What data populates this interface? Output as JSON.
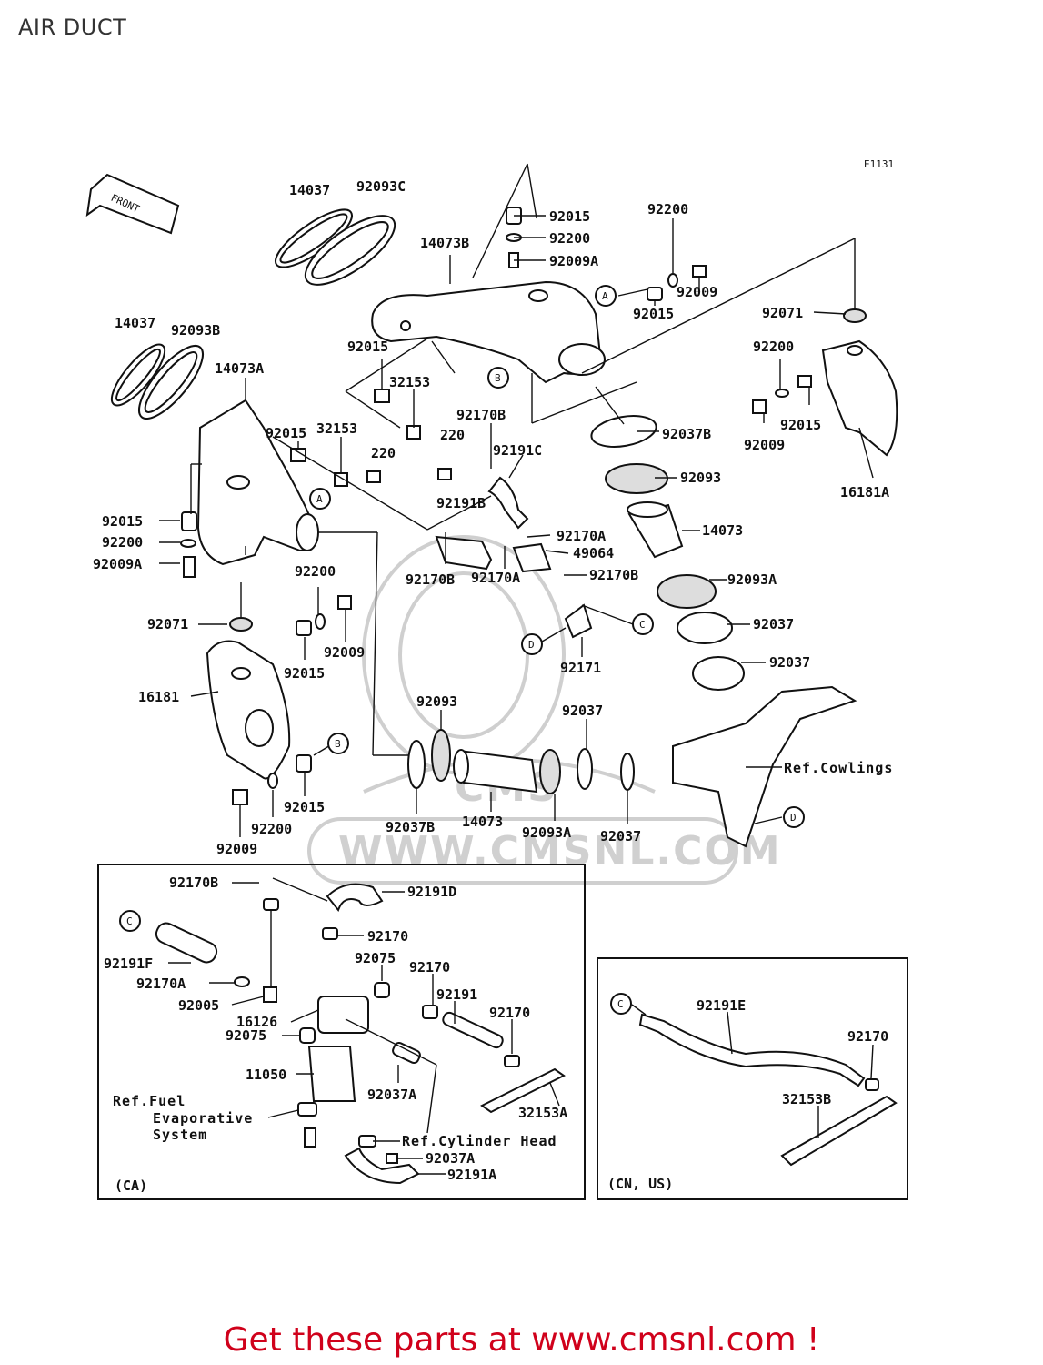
{
  "header": {
    "title": "AIR DUCT"
  },
  "diagram": {
    "code": "E1131",
    "front_label": "FRONT",
    "watermark": {
      "text": "WWW.CMSNL.COM",
      "logo_text": "CMS"
    },
    "callouts": [
      {
        "id": "c1",
        "text": "14037"
      },
      {
        "id": "c2",
        "text": "92093C"
      },
      {
        "id": "c3",
        "text": "92015"
      },
      {
        "id": "c4",
        "text": "92200"
      },
      {
        "id": "c5",
        "text": "92009A"
      },
      {
        "id": "c6",
        "text": "14073B"
      },
      {
        "id": "c7",
        "text": "92200"
      },
      {
        "id": "c8",
        "text": "92009"
      },
      {
        "id": "c9",
        "text": "92015"
      },
      {
        "id": "c10",
        "text": "92071"
      },
      {
        "id": "c11",
        "text": "14037"
      },
      {
        "id": "c12",
        "text": "92093B"
      },
      {
        "id": "c13",
        "text": "14073A"
      },
      {
        "id": "c14",
        "text": "92015"
      },
      {
        "id": "c15",
        "text": "32153"
      },
      {
        "id": "c16",
        "text": "92015"
      },
      {
        "id": "c17",
        "text": "32153"
      },
      {
        "id": "c18",
        "text": "220"
      },
      {
        "id": "c19",
        "text": "220"
      },
      {
        "id": "c20",
        "text": "92170B"
      },
      {
        "id": "c21",
        "text": "92191C"
      },
      {
        "id": "c22",
        "text": "92200"
      },
      {
        "id": "c23",
        "text": "92015"
      },
      {
        "id": "c24",
        "text": "92009"
      },
      {
        "id": "c25",
        "text": "92037B"
      },
      {
        "id": "c26",
        "text": "92093"
      },
      {
        "id": "c27",
        "text": "16181A"
      },
      {
        "id": "c28",
        "text": "92015"
      },
      {
        "id": "c29",
        "text": "92200"
      },
      {
        "id": "c30",
        "text": "92009A"
      },
      {
        "id": "c31",
        "text": "92191B"
      },
      {
        "id": "c32",
        "text": "92170A"
      },
      {
        "id": "c33",
        "text": "49064"
      },
      {
        "id": "c34",
        "text": "14073"
      },
      {
        "id": "c35",
        "text": "92170B"
      },
      {
        "id": "c36",
        "text": "92170B"
      },
      {
        "id": "c37",
        "text": "92170A"
      },
      {
        "id": "c38",
        "text": "92093A"
      },
      {
        "id": "c39",
        "text": "92200"
      },
      {
        "id": "c40",
        "text": "92071"
      },
      {
        "id": "c41",
        "text": "92009"
      },
      {
        "id": "c42",
        "text": "92015"
      },
      {
        "id": "c43",
        "text": "92171"
      },
      {
        "id": "c44",
        "text": "92037"
      },
      {
        "id": "c45",
        "text": "92037"
      },
      {
        "id": "c46",
        "text": "16181"
      },
      {
        "id": "c47",
        "text": "92093"
      },
      {
        "id": "c48",
        "text": "92037"
      },
      {
        "id": "c49",
        "text": "92015"
      },
      {
        "id": "c50",
        "text": "92200"
      },
      {
        "id": "c51",
        "text": "92009"
      },
      {
        "id": "c52",
        "text": "92037B"
      },
      {
        "id": "c53",
        "text": "14073"
      },
      {
        "id": "c54",
        "text": "92093A"
      },
      {
        "id": "c55",
        "text": "92037"
      },
      {
        "id": "d1",
        "text": "92170B"
      },
      {
        "id": "d2",
        "text": "92191D"
      },
      {
        "id": "d3",
        "text": "92170"
      },
      {
        "id": "d4",
        "text": "92191F"
      },
      {
        "id": "d5",
        "text": "92075"
      },
      {
        "id": "d6",
        "text": "92170"
      },
      {
        "id": "d7",
        "text": "92170A"
      },
      {
        "id": "d8",
        "text": "92191"
      },
      {
        "id": "d9",
        "text": "92005"
      },
      {
        "id": "d10",
        "text": "92170"
      },
      {
        "id": "d11",
        "text": "16126"
      },
      {
        "id": "d12",
        "text": "92075"
      },
      {
        "id": "d13",
        "text": "11050"
      },
      {
        "id": "d14",
        "text": "92037A"
      },
      {
        "id": "d15",
        "text": "32153A"
      },
      {
        "id": "d16",
        "text": "92037A"
      },
      {
        "id": "d17",
        "text": "92191A"
      },
      {
        "id": "e1",
        "text": "92191E"
      },
      {
        "id": "e2",
        "text": "92170"
      },
      {
        "id": "e3",
        "text": "32153B"
      }
    ],
    "references": {
      "cowlings": "Ref.Cowlings",
      "fuel_line1": "Ref.Fuel",
      "fuel_line2": "Evaporative",
      "fuel_line3": "System",
      "cylinder_head": "Ref.Cylinder Head"
    },
    "markers": {
      "a": "A",
      "b": "B",
      "c": "C",
      "d": "D"
    },
    "inset_ca": {
      "label": "(CA)"
    },
    "inset_cn": {
      "label": "(CN, US)"
    }
  },
  "footer": {
    "cta": "Get these parts at www.cmsnl.com !"
  }
}
